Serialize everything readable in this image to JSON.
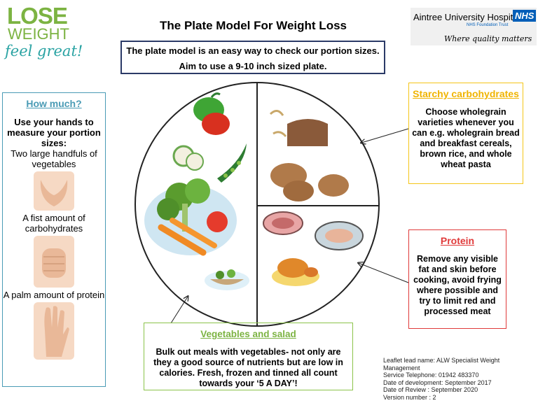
{
  "logo": {
    "line1": "LOSE",
    "line2": "WEIGHT",
    "tagline": "feel great!"
  },
  "title": "The Plate Model For Weight Loss",
  "intro": {
    "line1": "The plate model is an easy way to check our portion sizes.",
    "line2": "Aim to use a 9-10 inch sized plate."
  },
  "nhs": {
    "hospital": "Aintree University Hospital",
    "badge": "NHS",
    "trust": "NHS Foundation Trust",
    "motto": "Where quality matters"
  },
  "how_much": {
    "title": "How much?",
    "intro": "Use your hands to measure your portion sizes:",
    "items": [
      {
        "label": "Two large handfuls of vegetables",
        "icon": "cupped-hands-icon"
      },
      {
        "label": "A fist amount of carbohydrates",
        "icon": "fist-icon"
      },
      {
        "label": "A palm amount of protein",
        "icon": "palm-icon"
      }
    ]
  },
  "starchy": {
    "title": "Starchy carbohydrates",
    "text": "Choose wholegrain varieties whenever you can e.g. wholegrain bread and breakfast cereals, brown rice, and whole wheat pasta"
  },
  "protein": {
    "title": "Protein",
    "text": "Remove any visible fat and skin before cooking, avoid frying where possible and try to limit red and processed meat"
  },
  "vegetables": {
    "title": "Vegetables and salad",
    "text": "Bulk out meals with vegetables- not only are they a good source of nutrients but are low in calories. Fresh, frozen and tinned all count towards your ‘5 A DAY’!"
  },
  "footer": [
    "Leaflet lead name: ALW Specialist Weight Management",
    "Service Telephone:  01942 483370",
    "Date of development: September 2017",
    "Date of Review : September 2020",
    "Version number : 2"
  ],
  "colors": {
    "starchy": "#f0b400",
    "protein": "#e03a3a",
    "vegetables": "#7cb342",
    "how_much": "#4a9bb5",
    "intro_border": "#2b3a67"
  }
}
